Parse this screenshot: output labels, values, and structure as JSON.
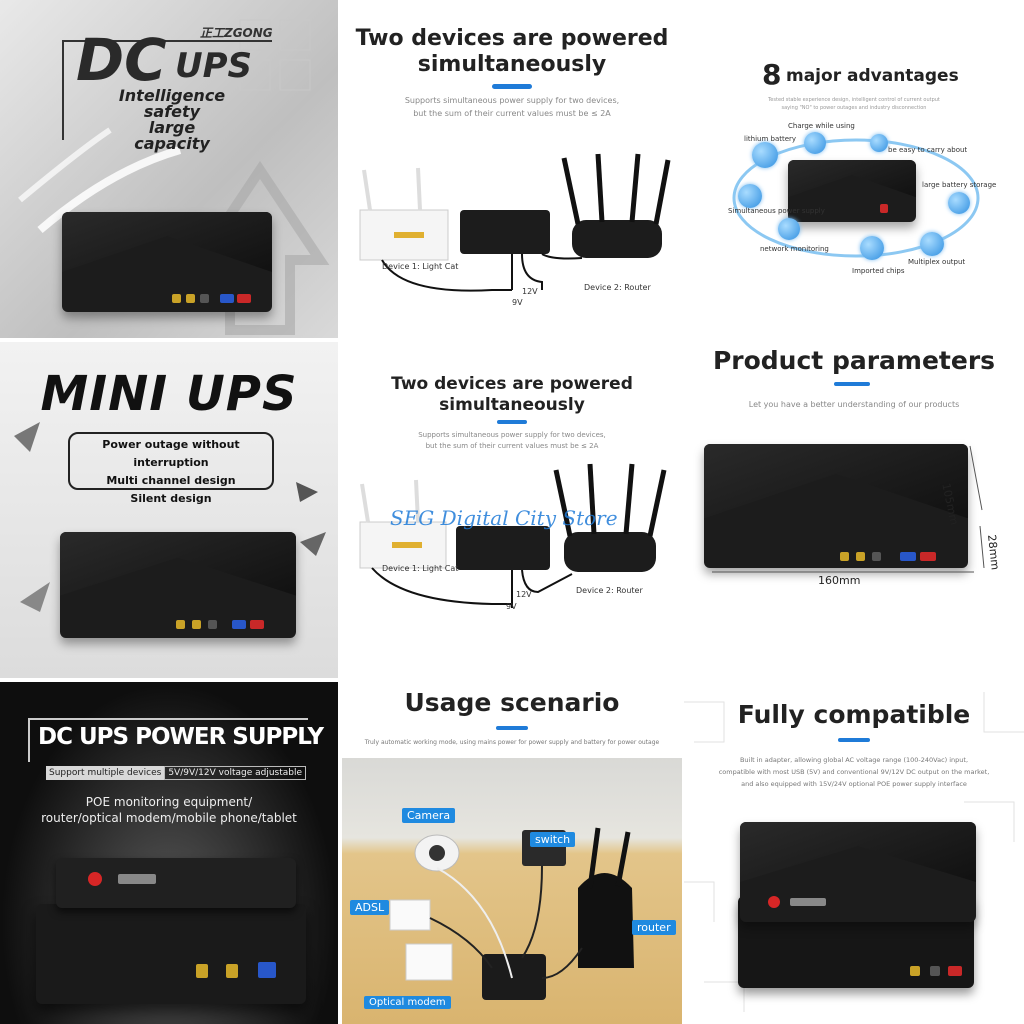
{
  "tile1": {
    "brand": "正工ZGONG",
    "logo_dc": "DC",
    "logo_ups": "UPS",
    "lines": [
      "Intelligence",
      "safety",
      "large capacity"
    ]
  },
  "tile2": {
    "title_line1": "Two devices are powered",
    "title_line2": "simultaneously",
    "sub1": "Supports simultaneous power supply for two devices,",
    "sub2": "but the sum of their current values must be ≤ 2A",
    "dev1": "Device 1: Light Cat",
    "dev2": "Device 2: Router",
    "v12": "12V",
    "v9": "9V"
  },
  "tile3": {
    "num": "8",
    "title": "major advantages",
    "sub1": "Tested stable experience design, intelligent control of current output",
    "sub2": "saying \"NO\" to power outages and industry disconnection",
    "labels": [
      "Charge while using",
      "lithium battery",
      "be easy to carry about",
      "large battery storage",
      "Simultaneous power supply",
      "network monitoring",
      "Multiplex output",
      "Imported chips"
    ]
  },
  "tile4": {
    "title": "MINI UPS",
    "lines": [
      "Power outage without interruption",
      "Multi channel design",
      "Silent design"
    ]
  },
  "tile5": {
    "title_line1": "Two devices are powered",
    "title_line2": "simultaneously",
    "sub1": "Supports simultaneous power supply for two devices,",
    "sub2": "but the sum of their current values must be ≤ 2A",
    "watermark": "SEG Digital City Store",
    "dev1": "Device 1: Light Cat",
    "dev2": "Device 2: Router",
    "v12": "12V",
    "v9": "9V"
  },
  "tile6": {
    "title": "Product parameters",
    "sub": "Let you have a better understanding of our products",
    "dim_w": "160mm",
    "dim_d": "105mm",
    "dim_h": "28mm"
  },
  "tile7": {
    "title": "DC UPS POWER SUPPLY",
    "tag1": "Support multiple devices",
    "tag2": "5V/9V/12V voltage adjustable",
    "line1": "POE monitoring equipment/",
    "line2": "router/optical modem/mobile phone/tablet"
  },
  "tile8": {
    "title": "Usage scenario",
    "sub": "Truly automatic working mode, using mains power for power supply and battery for power outage",
    "tags": [
      "Camera",
      "switch",
      "ADSL",
      "router",
      "Optical modem"
    ]
  },
  "tile9": {
    "title": "Fully compatible",
    "sub1": "Built in adapter, allowing global AC voltage range (100-240Vac) input,",
    "sub2": "compatible with most USB (5V) and conventional 9V/12V DC output on the market,",
    "sub3": "and also equipped with 15V/24V optional POE power supply interface"
  },
  "colors": {
    "accent": "#1f7bd8",
    "device": "#1c1c1c"
  }
}
